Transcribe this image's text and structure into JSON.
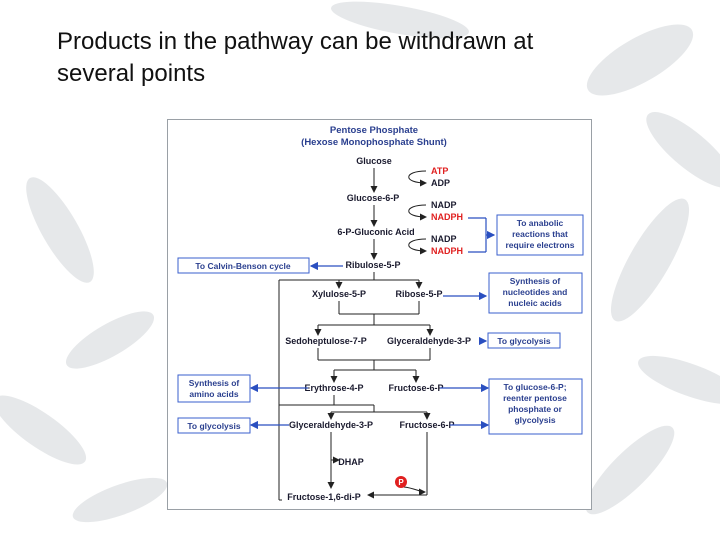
{
  "slide": {
    "title_line1": "Products in the pathway can be withdrawn at",
    "title_line2": "several points"
  },
  "diagram": {
    "title_line1": "Pentose Phosphate",
    "title_line2": "(Hexose Monophosphate Shunt)",
    "nodes": {
      "glucose": "Glucose",
      "atp": "ATP",
      "adp": "ADP",
      "g6p": "Glucose-6-P",
      "nadp1": "NADP",
      "nadph1": "NADPH",
      "gluconic": "6-P-Gluconic Acid",
      "nadp2": "NADP",
      "nadph2": "NADPH",
      "ribulose": "Ribulose-5-P",
      "xylulose": "Xylulose-5-P",
      "ribose": "Ribose-5-P",
      "sedo": "Sedoheptulose-7-P",
      "glyc1": "Glyceraldehyde-3-P",
      "erythrose": "Erythrose-4-P",
      "fructose1": "Fructose-6-P",
      "glyc2": "Glyceraldehyde-3-P",
      "fructose2": "Fructose-6-P",
      "dhap": "DHAP",
      "p": "P",
      "fbp": "Fructose-1,6-di-P"
    },
    "boxes": {
      "anabolic": [
        "To anabolic",
        "reactions that",
        "require electrons"
      ],
      "calvin": [
        "To Calvin-Benson cycle"
      ],
      "nucleotides": [
        "Synthesis of",
        "nucleotides and",
        "nucleic acids"
      ],
      "glycolysis_right": [
        "To glycolysis"
      ],
      "amino": [
        "Synthesis of",
        "amino acids"
      ],
      "g6p_reenter": [
        "To glucose-6-P;",
        "reenter pentose",
        "phosphate or",
        "glycolysis"
      ],
      "glycolysis_left": [
        "To glycolysis"
      ]
    },
    "colors": {
      "main_text": "#1a1a2e",
      "cofactor_red": "#e02020",
      "box_text": "#2a3f8f",
      "box_border": "#3a5fcd",
      "connector": "#2a4fc0",
      "lines": "#222222"
    }
  }
}
